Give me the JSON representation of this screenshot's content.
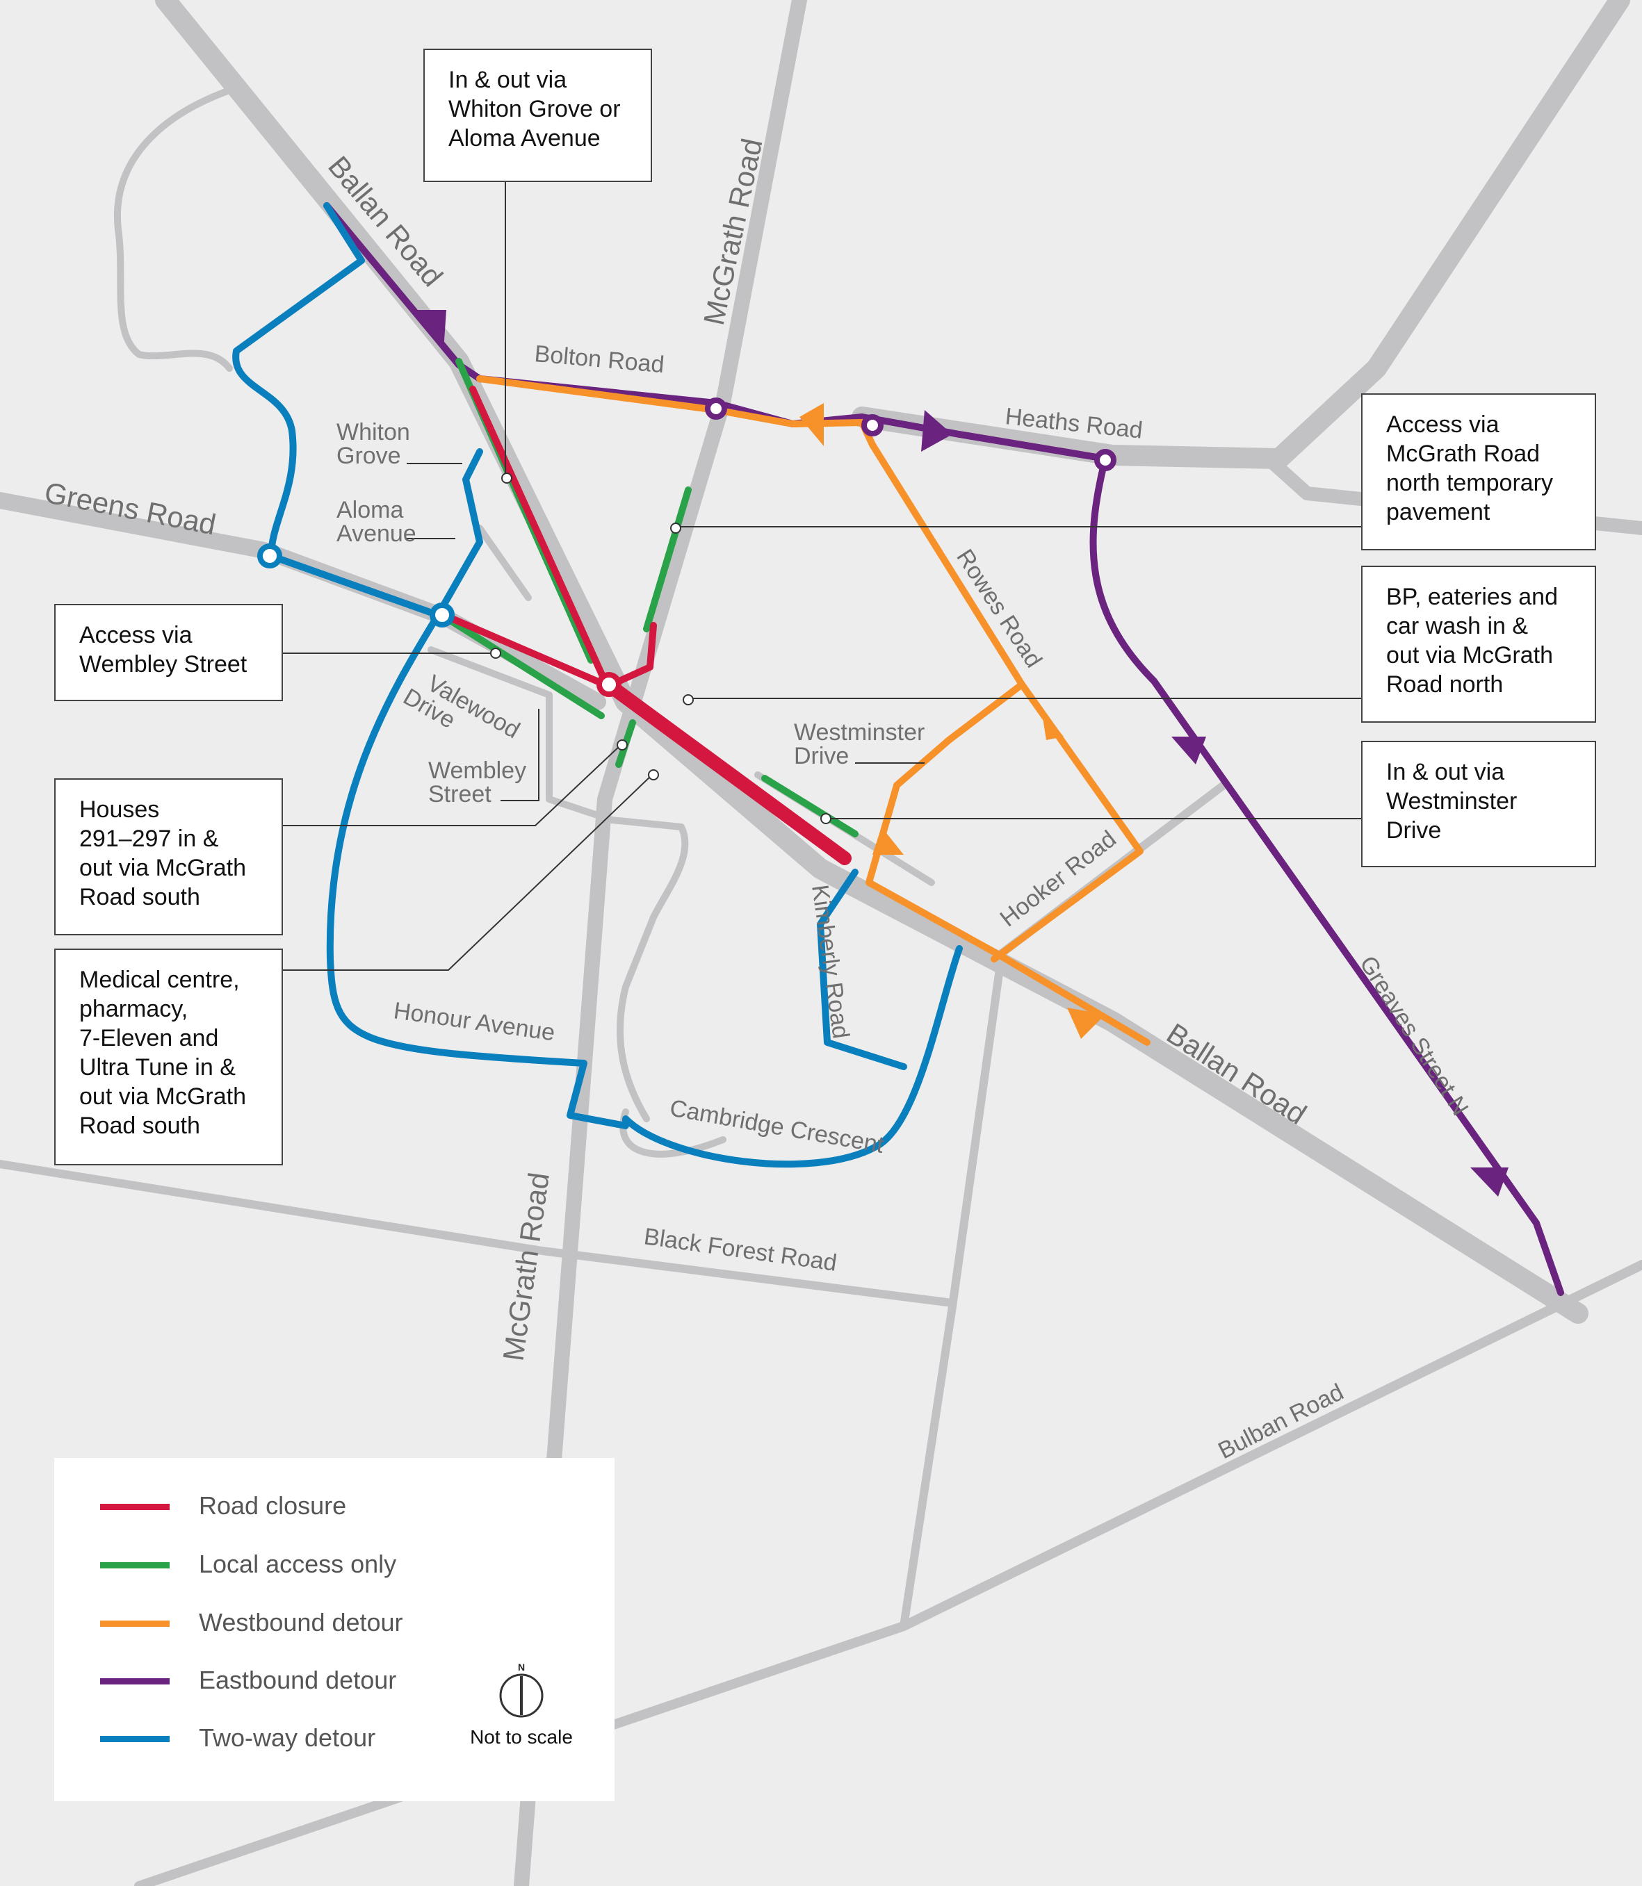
{
  "roads": {
    "ballan_road_nw": "Ballan Road",
    "ballan_road_se": "Ballan Road",
    "mcgrath_road_north": "McGrath Road",
    "mcgrath_road_south": "McGrath Road",
    "bolton_road": "Bolton Road",
    "heaths_road": "Heaths Road",
    "greens_road": "Greens Road",
    "whiton_grove": "Whiton\nGrove",
    "aloma_avenue": "Aloma\nAvenue",
    "valewood_drive": "Valewood\nDrive",
    "wembley_street": "Wembley\nStreet",
    "westminster_drive": "Westminster\nDrive",
    "rowes_road": "Rowes Road",
    "hooker_road": "Hooker Road",
    "kimberly_road": "Kimberly Road",
    "greaves_street": "Greaves Street N",
    "honour_avenue": "Honour Avenue",
    "cambridge_crescent": "Cambridge Crescent",
    "black_forest_road": "Black Forest Road",
    "bulban_road": "Bulban Road"
  },
  "callouts": {
    "whiton_aloma": "In & out via\nWhiton Grove or\nAloma Avenue",
    "mcgrath_north_pavement": "Access via\nMcGrath Road\nnorth temporary\npavement",
    "bp_eateries": "BP, eateries and\ncar wash in &\nout via McGrath\nRoad north",
    "westminster": "In & out via\nWestminster\nDrive",
    "wembley": "Access via\nWembley Street",
    "houses": "Houses\n291–297 in &\nout via McGrath\nRoad south",
    "medical": "Medical centre,\npharmacy,\n7-Eleven and\nUltra Tune in &\nout via McGrath\nRoad south"
  },
  "legend": {
    "items": [
      {
        "label": "Road closure",
        "color": "#d3173f"
      },
      {
        "label": "Local access only",
        "color": "#2aa24a"
      },
      {
        "label": "Westbound detour",
        "color": "#f7922a"
      },
      {
        "label": "Eastbound detour",
        "color": "#6a237f"
      },
      {
        "label": "Two-way detour",
        "color": "#0a7fbd"
      }
    ],
    "compass_north": "N",
    "scale_note": "Not to scale"
  }
}
